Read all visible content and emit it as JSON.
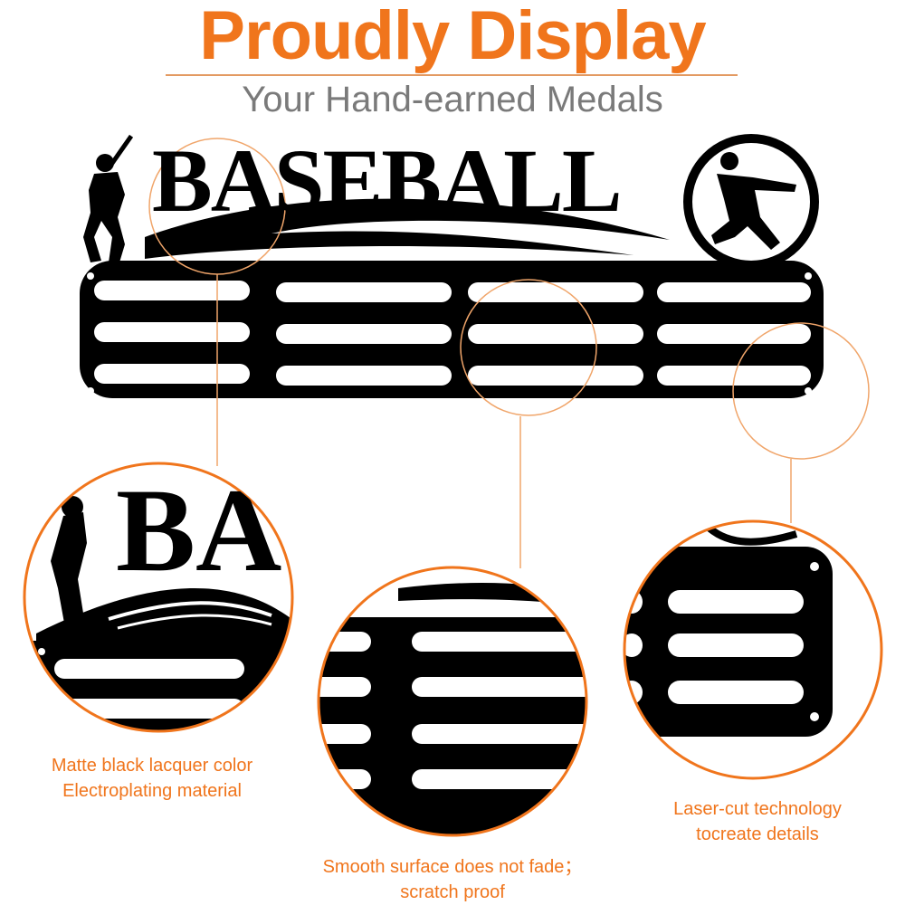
{
  "header": {
    "title": "Proudly Display",
    "subtitle": "Your Hand-earned Medals"
  },
  "product": {
    "logo_text": "BASEBALL",
    "zoom_text": "BA"
  },
  "captions": {
    "left": [
      "Matte black lacquer color",
      "Electroplating material"
    ],
    "middle": [
      "Smooth surface does not fade；",
      "scratch proof"
    ],
    "right": [
      "Laser-cut technology",
      "tocreate details"
    ]
  },
  "colors": {
    "accent": "#f0751c",
    "subtitle": "#7a7a7a",
    "metal": "#000000"
  }
}
